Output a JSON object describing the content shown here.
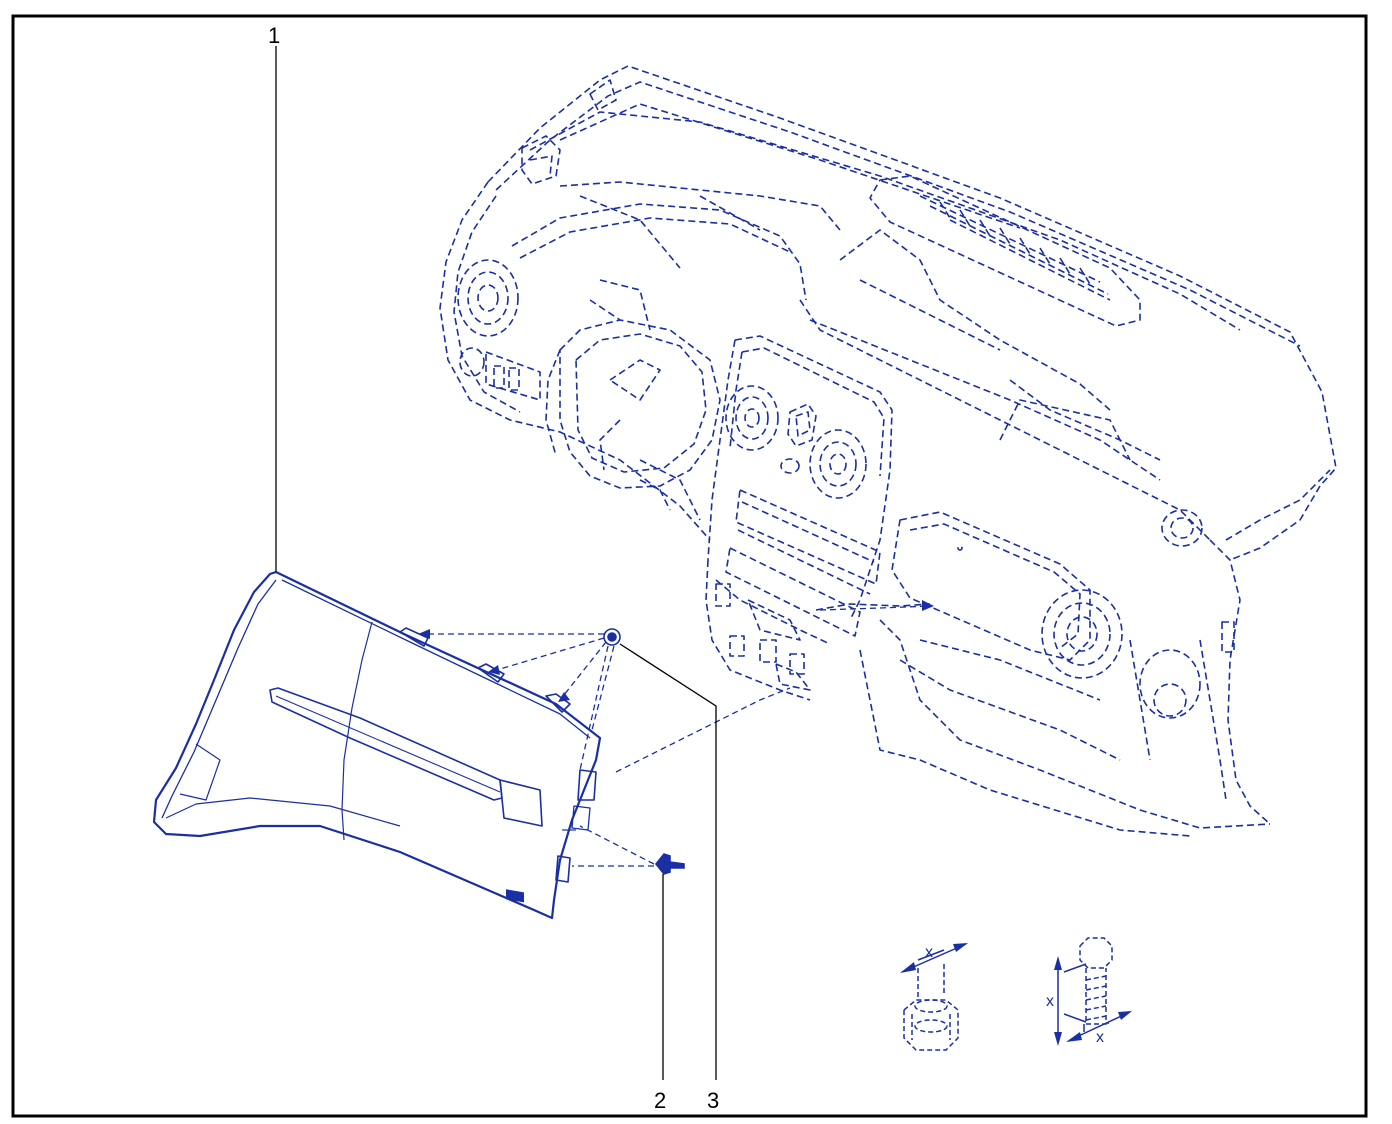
{
  "diagram": {
    "callouts": [
      {
        "number": "1"
      },
      {
        "number": "2"
      },
      {
        "number": "3"
      }
    ],
    "dimension_label": "x",
    "colors": {
      "line": "#1a2fa3",
      "frame": "#000000",
      "background": "#ffffff"
    }
  }
}
